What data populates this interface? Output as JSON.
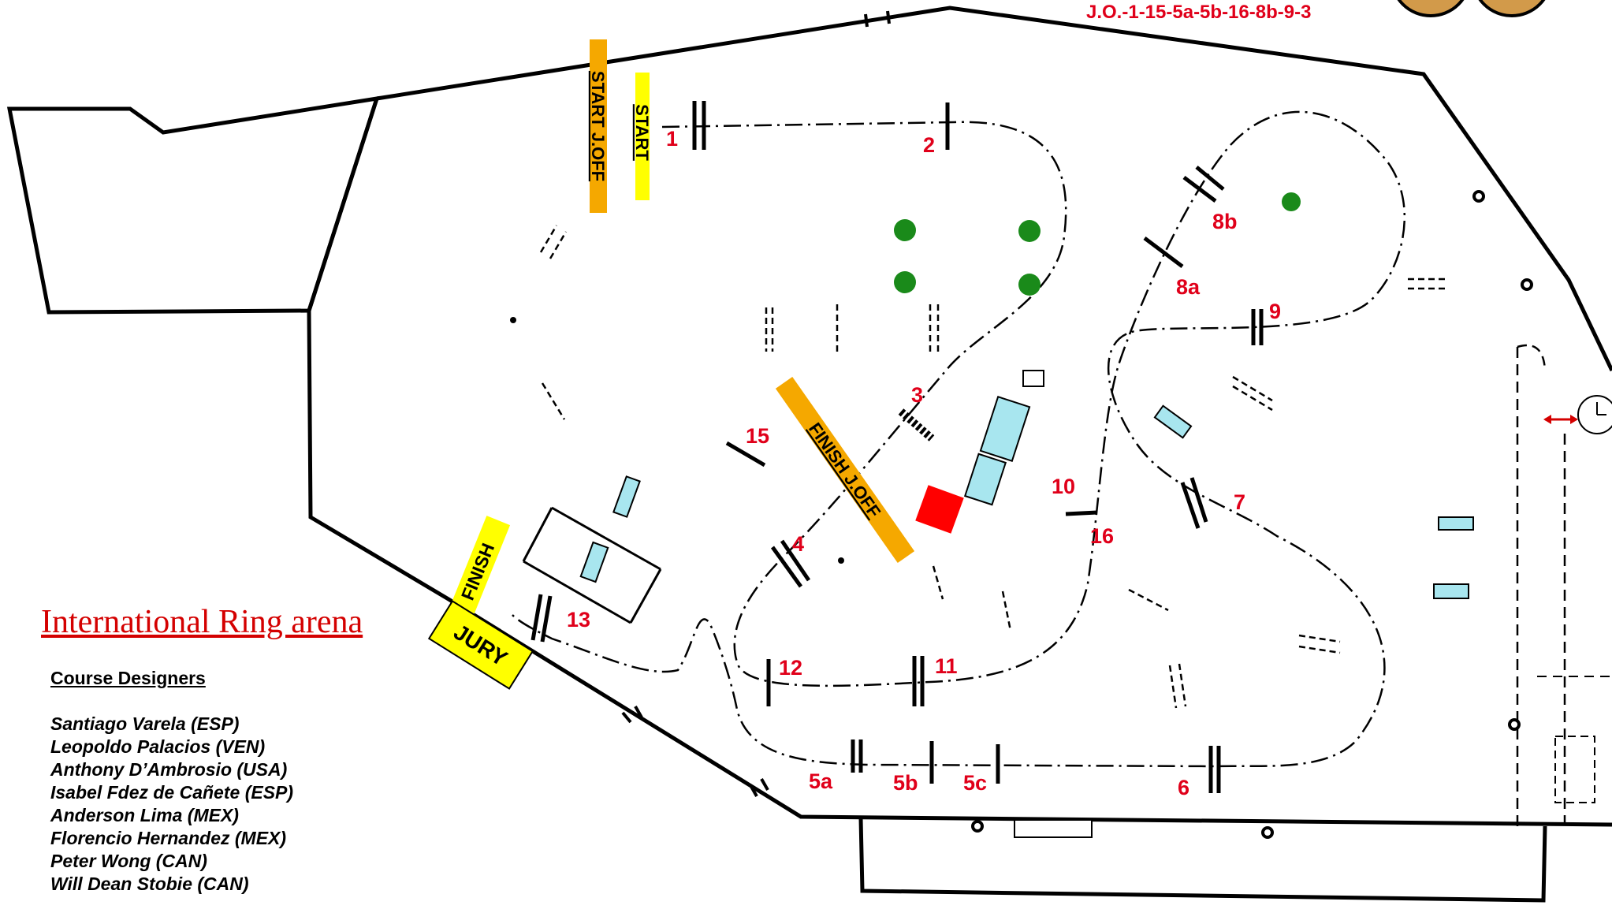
{
  "title": "International Ring arena",
  "jump_off_sequence": "J.O.-1-15-5a-5b-16-8b-9-3",
  "course_designers": {
    "heading": "Course Designers",
    "names": [
      "Santiago Varela (ESP)",
      "Leopoldo Palacios (VEN)",
      "Anthony D’Ambrosio (USA)",
      "Isabel Fdez de Cañete (ESP)",
      "Anderson Lima (MEX)",
      "Florencio Hernandez (MEX)",
      "Peter Wong (CAN)",
      "Will Dean Stobie (CAN)"
    ]
  },
  "markers": {
    "start": "START",
    "start_jumpoff": "START J.OFF",
    "finish": "FINISH",
    "finish_jumpoff": "FINISH J.OFF",
    "jury": "JURY"
  },
  "fences": [
    "1",
    "2",
    "3",
    "4",
    "5a",
    "5b",
    "5c",
    "6",
    "7",
    "8a",
    "8b",
    "9",
    "10",
    "11",
    "12",
    "13",
    "15",
    "16"
  ],
  "colors": {
    "fence_number": "#e0001a",
    "start_yellow": "#ffff00",
    "jumpoff_orange": "#f5a800",
    "jury_yellow": "#ffff00",
    "finish_box_red": "#ff0000",
    "tree_green": "#1a8a1a",
    "water_blue": "#a8e6ef"
  }
}
